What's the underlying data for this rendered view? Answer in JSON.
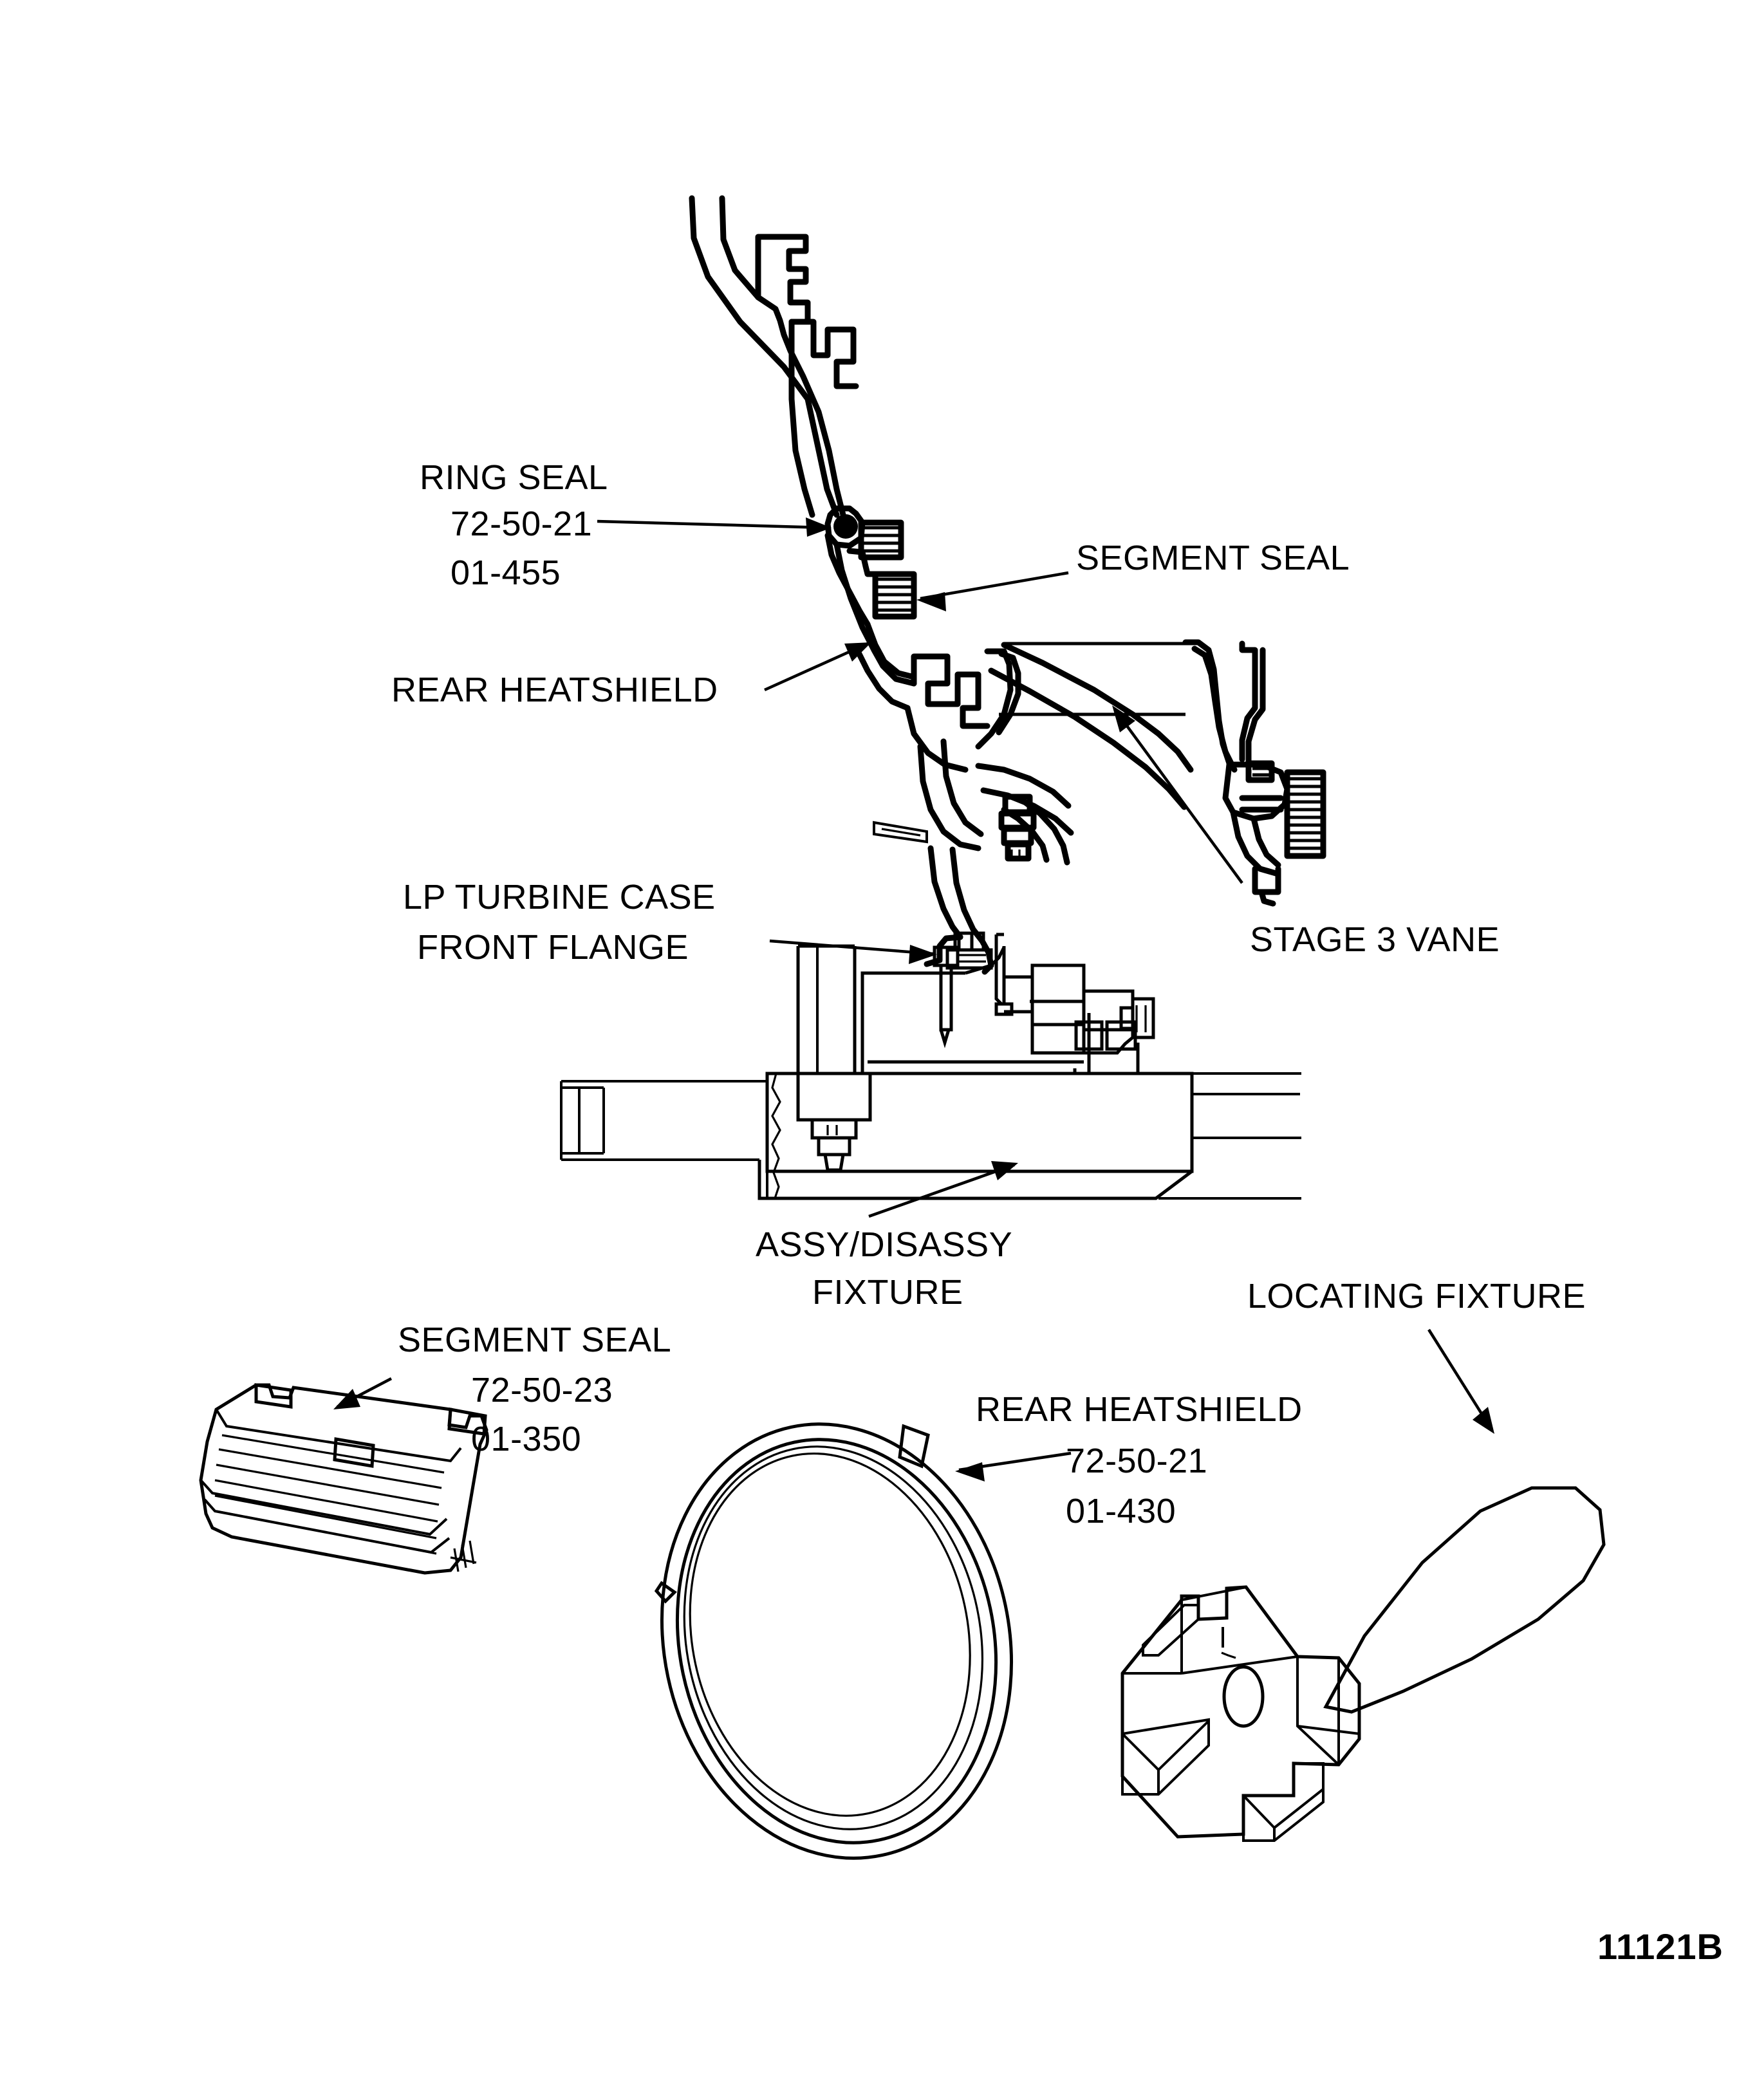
{
  "figure": {
    "kind": "engineering-cutaway-assembly-diagram",
    "figure_id": "11121B",
    "background_color": "#ffffff",
    "line_color": "#000000"
  },
  "labels": {
    "ring_seal": {
      "title": "RING SEAL",
      "part_line1": "72-50-21",
      "part_line2": "01-455"
    },
    "segment_seal_upper": {
      "title": "SEGMENT SEAL"
    },
    "rear_heatshield_upper": {
      "title": "REAR HEATSHIELD"
    },
    "lp_turbine_case": {
      "line1": "LP TURBINE CASE",
      "line2": "FRONT FLANGE"
    },
    "stage_3_vane": {
      "title": "STAGE 3 VANE"
    },
    "assy_disassy_fixture": {
      "line1": "ASSY/DISASSY",
      "line2": "FIXTURE"
    },
    "segment_seal_detail": {
      "title": "SEGMENT SEAL",
      "part_line1": "72-50-23",
      "part_line2": "01-350"
    },
    "rear_heatshield_detail": {
      "title": "REAR HEATSHIELD",
      "part_line1": "72-50-21",
      "part_line2": "01-430"
    },
    "locating_fixture": {
      "title": "LOCATING FIXTURE"
    }
  },
  "callouts": [
    {
      "name": "ring-seal",
      "target": "ring seal groove on heatshield profile"
    },
    {
      "name": "segment-seal",
      "target": "segment seal hatched block"
    },
    {
      "name": "rear-heatshield",
      "target": "rear heatshield sheet profile"
    },
    {
      "name": "lp-turbine-case-front-flange",
      "target": "case front flange lip"
    },
    {
      "name": "stage-3-vane",
      "target": "stage 3 vane airfoil"
    },
    {
      "name": "assy-disassy-fixture",
      "target": "assembly / disassembly fixture base"
    },
    {
      "name": "segment-seal-detail",
      "target": "isolated segment seal part"
    },
    {
      "name": "rear-heatshield-detail",
      "target": "isolated rear heatshield ring"
    },
    {
      "name": "locating-fixture",
      "target": "locating fixture hand tool"
    }
  ]
}
